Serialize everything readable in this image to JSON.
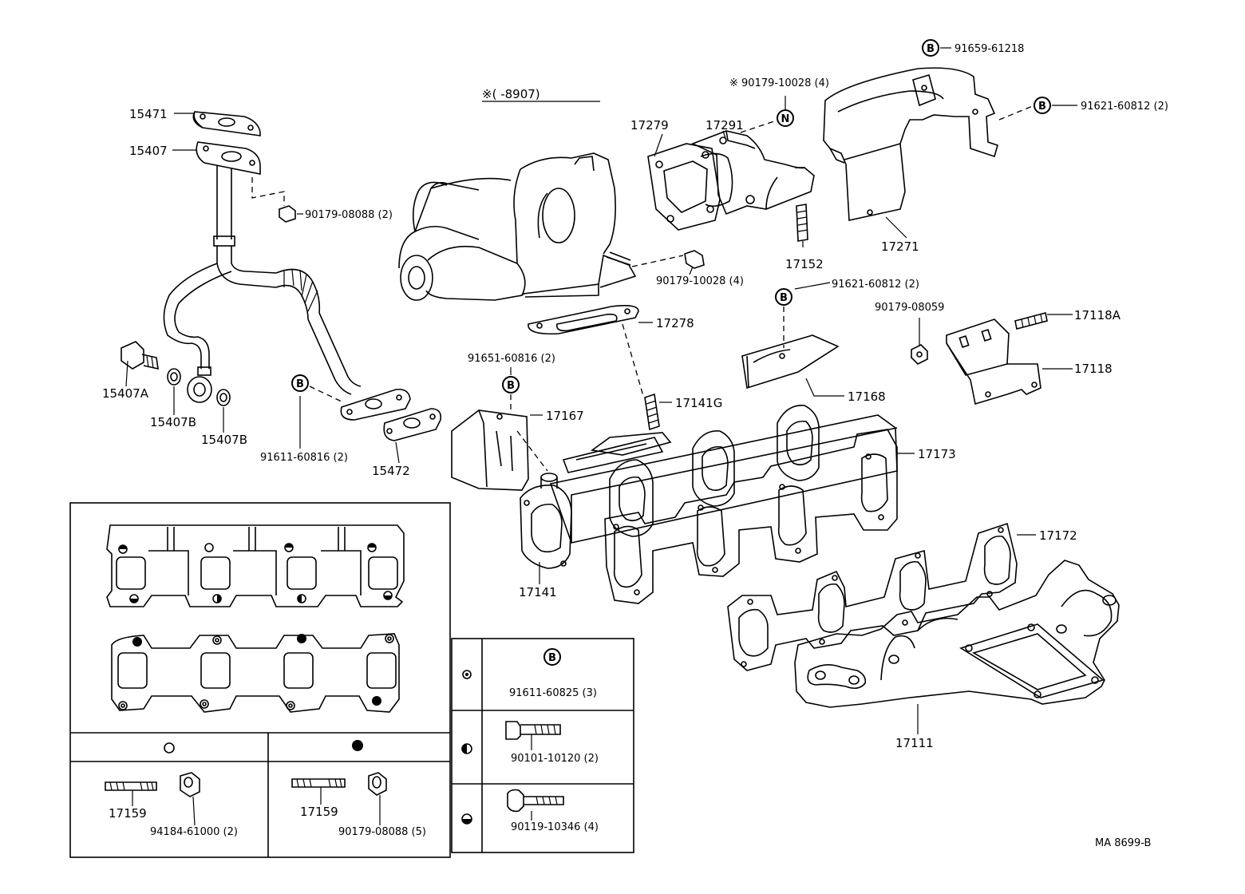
{
  "diagram_code": "MA 8699-B",
  "note_range": "※(      -8907)",
  "legend": {
    "open_bolt_head": "○",
    "solid_bolt_head": "●"
  },
  "callouts": {
    "p15471": "15471",
    "p15407": "15407",
    "p90179_08088_2": "90179-08088 (2)",
    "p15407A": "15407A",
    "p15407B_1": "15407B",
    "p15407B_2": "15407B",
    "p91611_60816": "91611-60816 (2)",
    "p15472": "15472",
    "p17279": "17279",
    "p17291": "17291",
    "p90179_10028_top": "※ 90179-10028 (4)",
    "p90179_10028": "90179-10028 (4)",
    "p17278": "17278",
    "p91651_60816": "91651-60816 (2)",
    "p17167": "17167",
    "p17141G": "17141G",
    "p17152": "17152",
    "p91621_60812_mid": "91621-60812 (2)",
    "p17168": "17168",
    "p91659_61218": "91659-61218",
    "p91621_60812_top": "91621-60812 (2)",
    "p17271": "17271",
    "p90179_08059": "90179-08059",
    "p17118A": "17118A",
    "p17118": "17118",
    "p17173": "17173",
    "p17172": "17172",
    "p17141": "17141",
    "p17111": "17111"
  },
  "circle_letters": {
    "b": "B",
    "n": "N"
  },
  "table": {
    "left_col_a": {
      "part_1": "17159",
      "part_2": "94184-61000 (2)"
    },
    "left_col_b": {
      "part_1": "17159",
      "part_2": "90179-08088 (5)"
    },
    "right_rows": [
      {
        "part": "91611-60825 (3)"
      },
      {
        "part": "90101-10120 (2)"
      },
      {
        "part": "90119-10346 (4)"
      }
    ]
  }
}
